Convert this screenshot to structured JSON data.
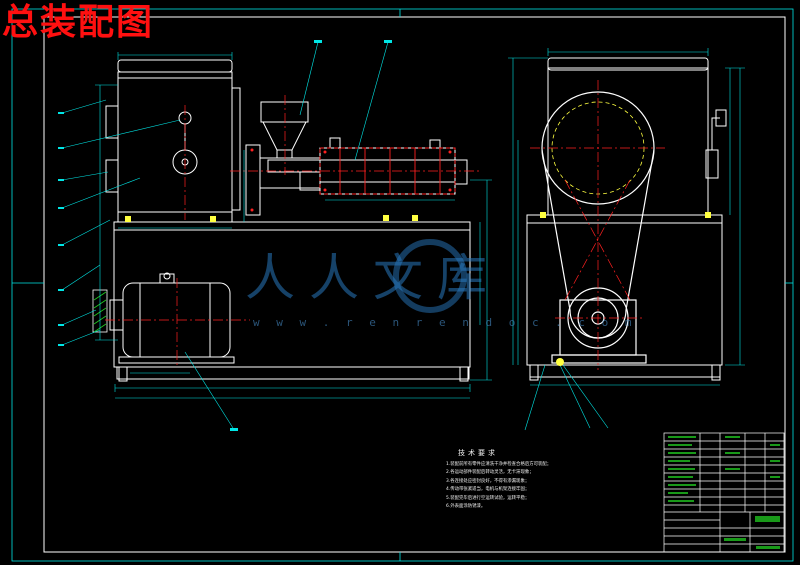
{
  "drawing": {
    "title": "总装配图",
    "notes_heading": "技术要求",
    "notes": [
      "1.装配前所有零件应清洗干净并检查合格后方可装配；",
      "2.各运动部件装配后转动灵活，无卡滞现象；",
      "3.各连接处应密封良好，不得有渗漏现象；",
      "4.传动带张紧适当，电机与机架连接牢固；",
      "5.装配完毕后进行空运转试验，运转平稳；",
      "6.外表面涂防锈漆。"
    ]
  },
  "watermark": {
    "text": "人人文库",
    "url": "w w w . r e n r e n d o c . c o m"
  },
  "colors": {
    "background": "#000000",
    "title": "#ff1010",
    "outline": "#ffffff",
    "dimension": "#00e5e5",
    "centerline": "#ff2020",
    "hidden": "#ffff40",
    "hatch": "#22cc22"
  }
}
